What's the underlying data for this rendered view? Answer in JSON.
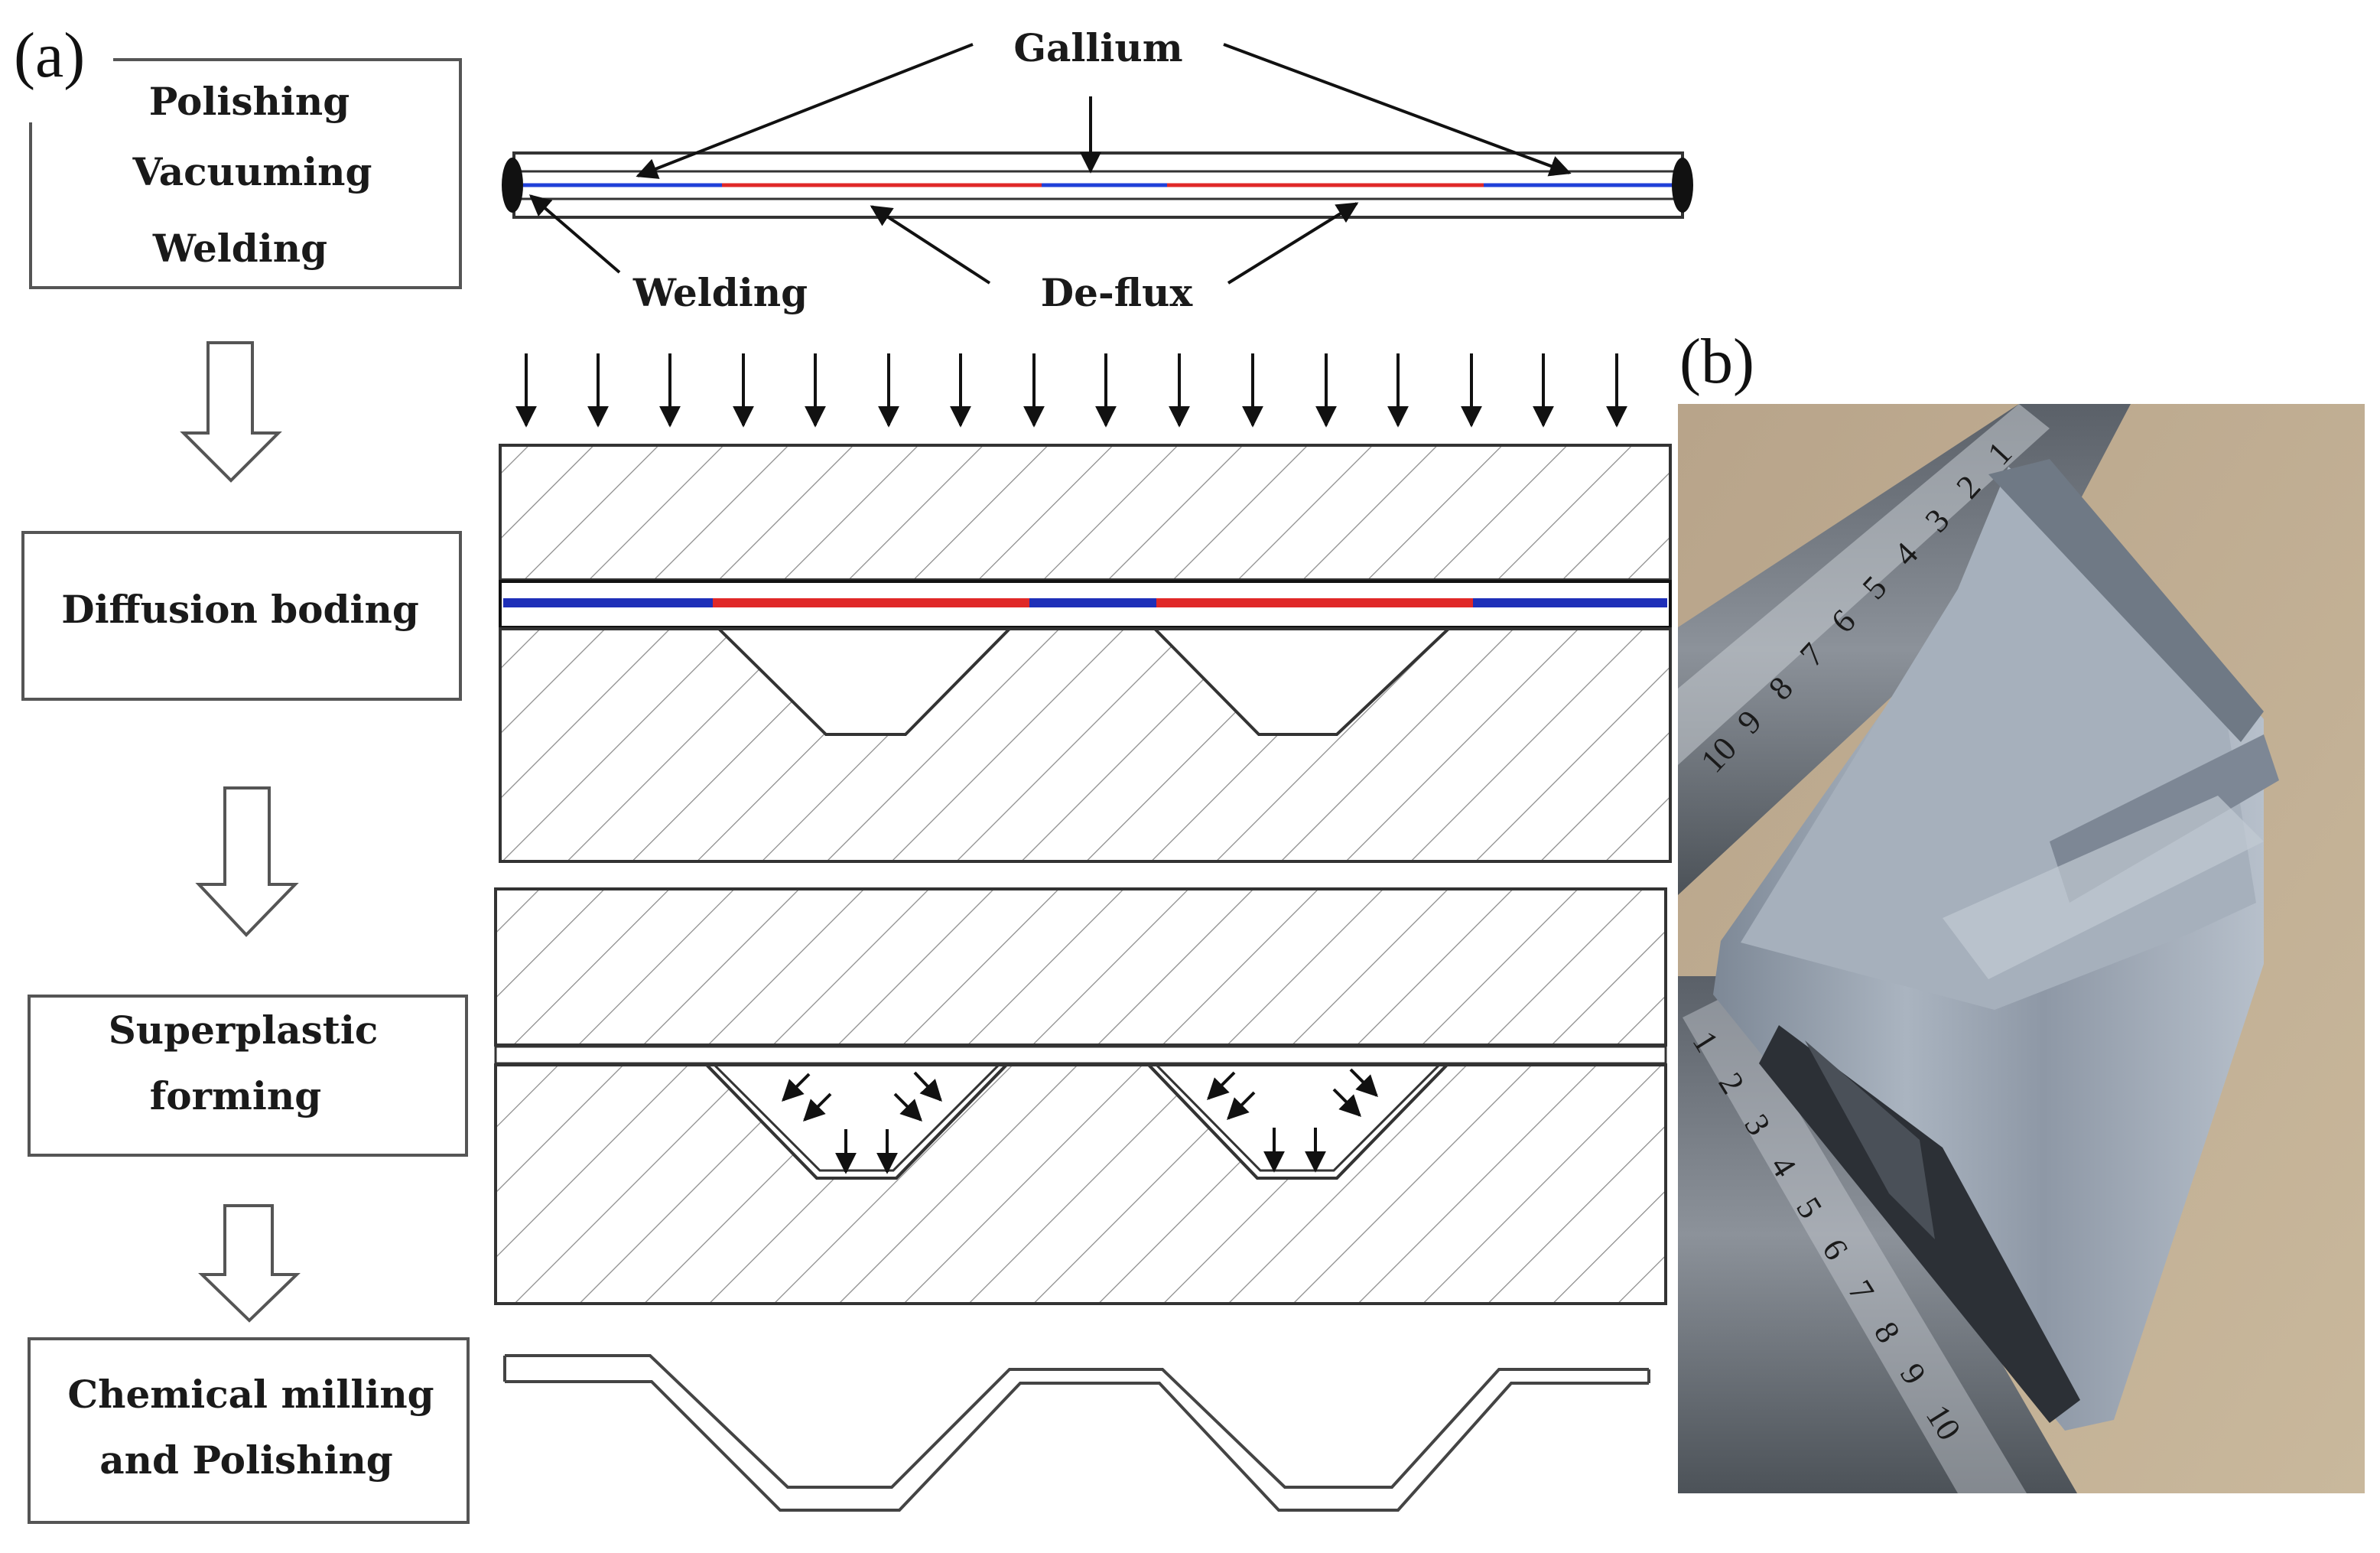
{
  "panels": {
    "a": "(a)",
    "b": "(b)"
  },
  "steps": {
    "step1": [
      "Polishing",
      "Vacuuming",
      "Welding"
    ],
    "step2": [
      "Diffusion boding"
    ],
    "step3": [
      "Superplastic",
      "forming"
    ],
    "step4": [
      "Chemical milling",
      "and Polishing"
    ]
  },
  "annotations": {
    "gallium": "Gallium",
    "welding": "Welding",
    "deflux": "De-flux"
  },
  "colors": {
    "gallium_layer": "#2040d8",
    "deflux_layer": "#e02828",
    "outline": "#333333",
    "hatch": "#888888"
  },
  "photo": {
    "ruler_top_numbers": [
      "1",
      "2",
      "3",
      "4",
      "5",
      "6",
      "7",
      "8",
      "9",
      "10"
    ],
    "ruler_bottom_numbers": [
      "1",
      "2",
      "3",
      "4",
      "5",
      "6",
      "7",
      "8",
      "9",
      "10"
    ]
  }
}
